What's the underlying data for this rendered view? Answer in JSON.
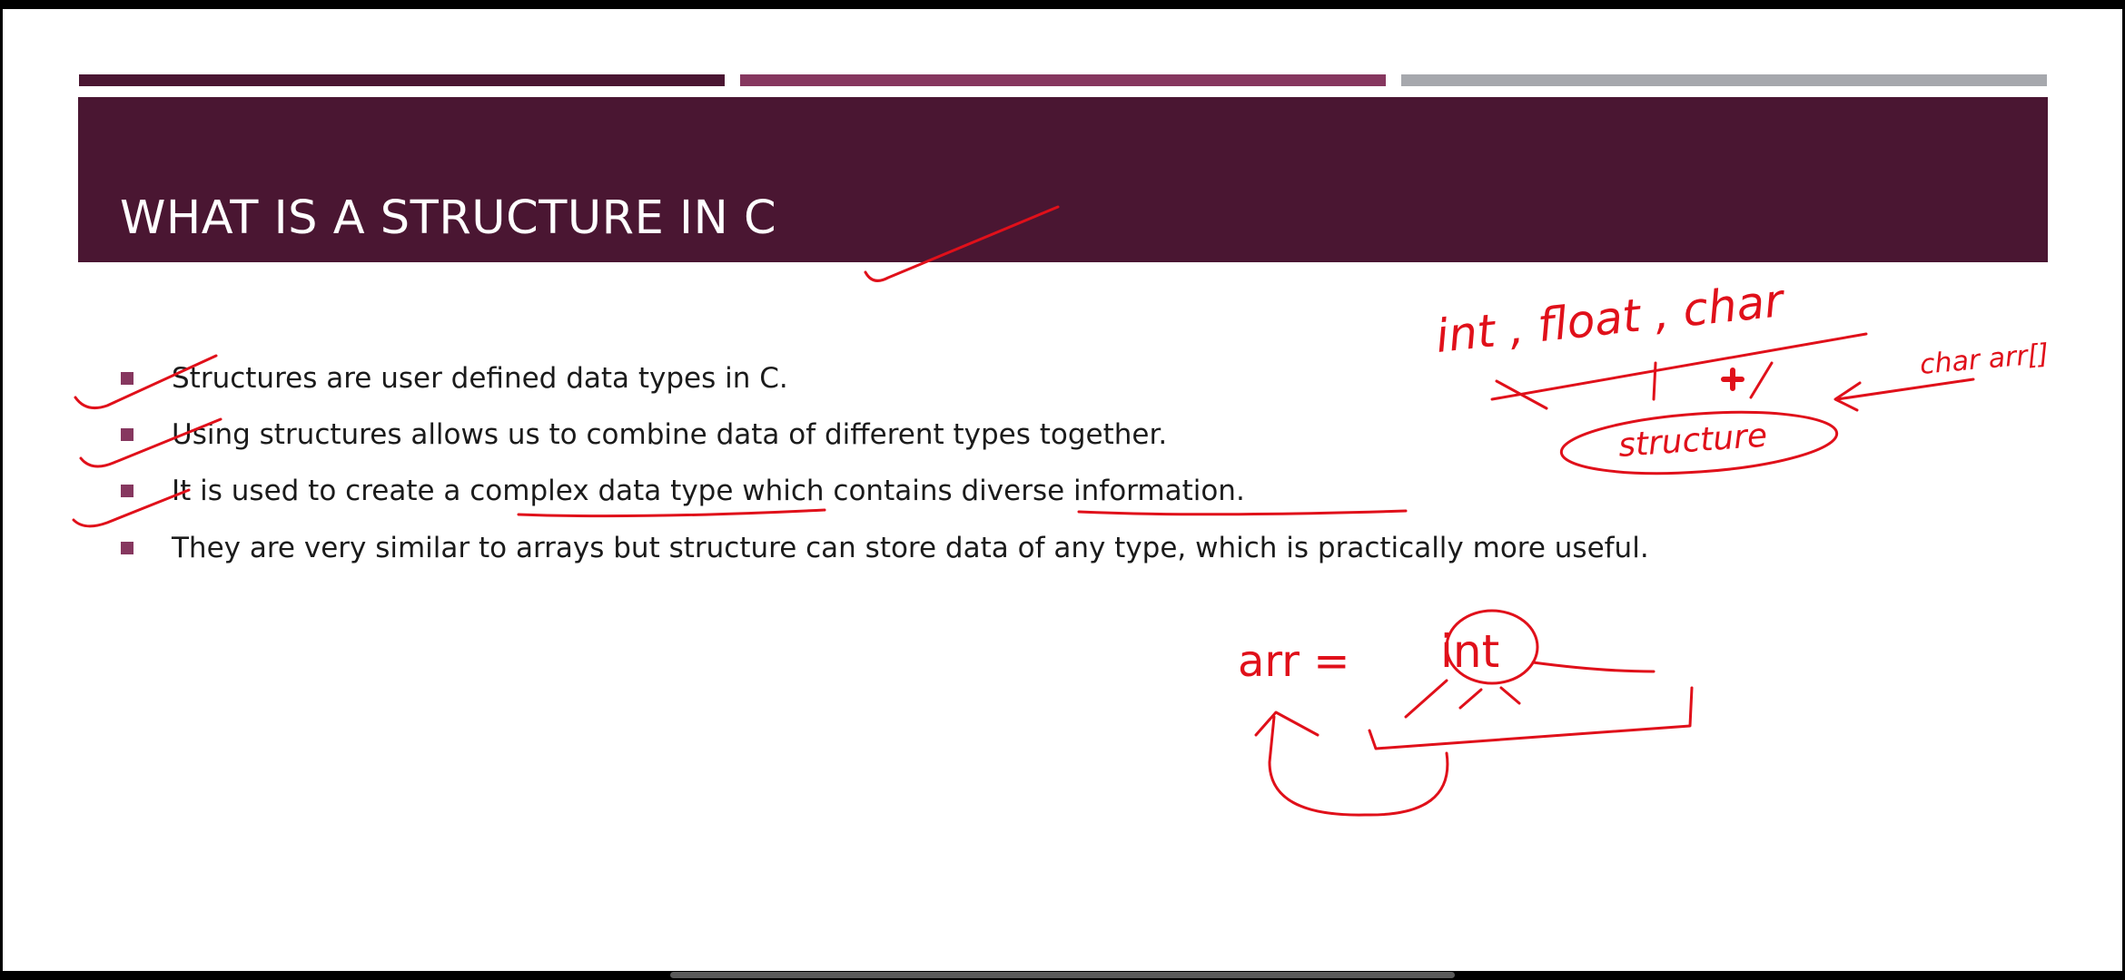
{
  "slide": {
    "title": "WHAT IS A STRUCTURE IN C",
    "accent_colors": {
      "title_band": "#4a1632",
      "bar_left": "#4a1632",
      "bar_middle": "#86375f",
      "bar_right": "#a6a8ad",
      "bullet": "#86375f",
      "ink": "#e0101a"
    },
    "bullets": [
      "Structures are user defined data types in C.",
      "Using structures allows us to combine data of different types together.",
      "It is used to create a complex data type which contains diverse information.",
      "They are very similar to arrays but structure can store data of any type, which is practically more useful."
    ]
  },
  "annotations": {
    "types_note": "int , float , char",
    "struct_note": "structure",
    "char_arr_note": "char arr[]",
    "arr_note": "arr =",
    "int_note": "int"
  }
}
